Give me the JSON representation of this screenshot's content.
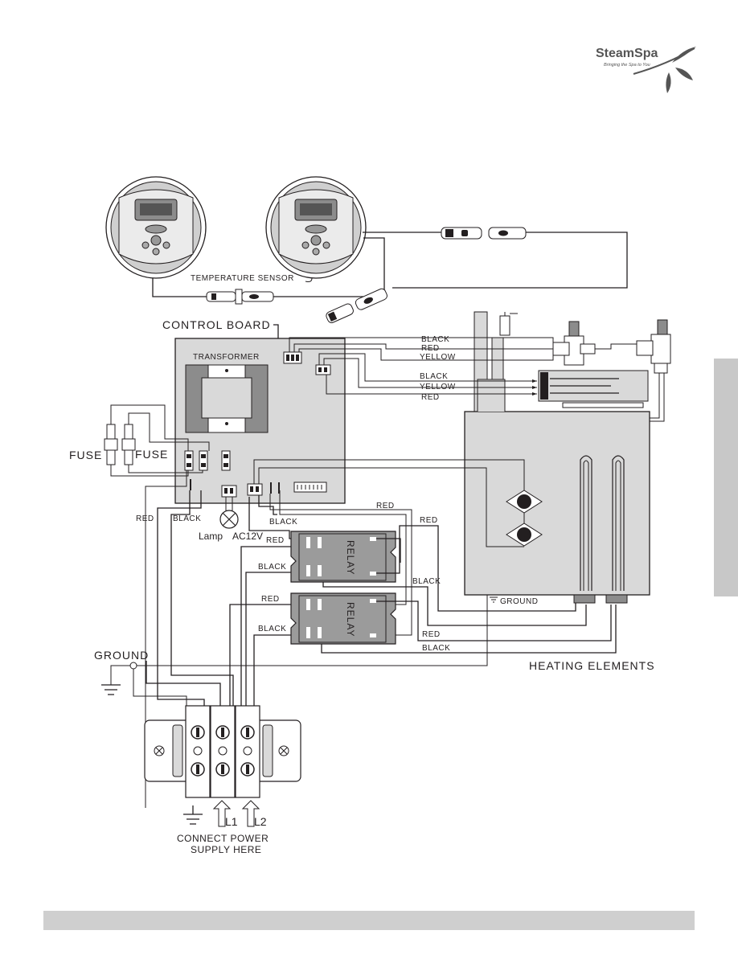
{
  "brand": {
    "name": "SteamSpa",
    "tagline": "Bringing the Spa to You"
  },
  "labels": {
    "temperature_sensor": "TEMPERATURE SENSOR",
    "control_board": "CONTROL BOARD",
    "transformer": "TRANSFORMER",
    "fuse_left": "FUSE",
    "fuse_right": "FUSE",
    "lamp": "Lamp",
    "ac12v": "AC12V",
    "relay_1": "RELAY",
    "relay_2": "RELAY",
    "ground_main": "GROUND",
    "ground_tank": "GROUND",
    "heating_elements": "HEATING ELEMENTS",
    "terminal_l1": "L1",
    "terminal_l2": "L2",
    "connect_line1": "CONNECT POWER",
    "connect_line2": "SUPPLY HERE"
  },
  "wire_labels": {
    "valve_black": "BLACK",
    "valve_red": "RED",
    "valve_yellow": "YELLOW",
    "probe_black": "BLACK",
    "probe_yellow": "YELLOW",
    "probe_red": "RED",
    "left_red": "RED",
    "left_black": "BLACK",
    "board_black": "BLACK",
    "relay1_in_red": "RED",
    "relay1_in_black": "BLACK",
    "relay1_out_red": "RED",
    "relay1_out_red_top": "RED",
    "relay1_out_black": "BLACK",
    "relay2_in_red": "RED",
    "relay2_in_black": "BLACK",
    "relay2_out_red": "RED",
    "relay2_out_black": "BLACK"
  },
  "colors": {
    "panel": "#d9d9d9",
    "tab": "#c8c8c8",
    "line": "#231f20"
  }
}
